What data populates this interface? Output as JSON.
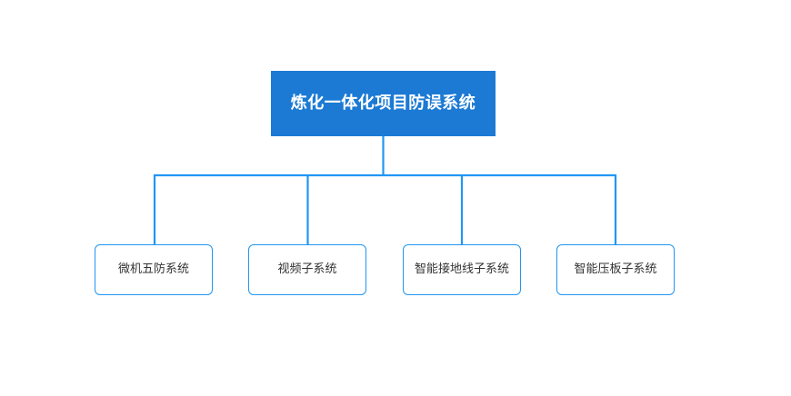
{
  "diagram": {
    "type": "organizational-tree",
    "background_color": "#ffffff",
    "root": {
      "label": "炼化一体化项目防误系统",
      "fill_color": "#1c7ad4",
      "text_color": "#ffffff"
    },
    "connector_color": "#2196f3",
    "children": [
      {
        "label": "微机五防系统",
        "border_color": "#2196f3",
        "text_color": "#333333"
      },
      {
        "label": "视频子系统",
        "border_color": "#2196f3",
        "text_color": "#333333"
      },
      {
        "label": "智能接地线子系统",
        "border_color": "#2196f3",
        "text_color": "#333333"
      },
      {
        "label": "智能压板子系统",
        "border_color": "#2196f3",
        "text_color": "#333333"
      }
    ]
  }
}
